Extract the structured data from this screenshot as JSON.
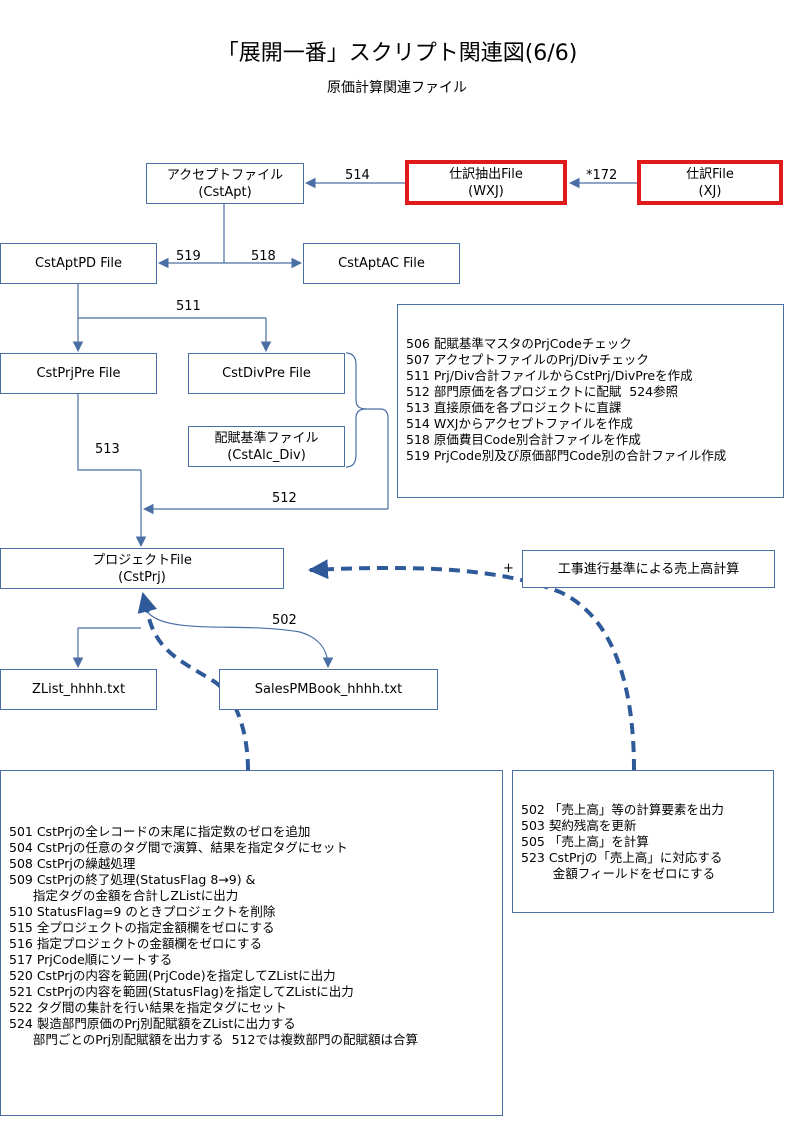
{
  "header": {
    "title": "「展開一番」スクリプト関連図(6/6)",
    "subtitle": "原価計算関連ファイル"
  },
  "nodes": {
    "cstapt": {
      "line1": "アクセプトファイル",
      "line2": "(CstApt)"
    },
    "wxj": {
      "line1": "仕訳抽出File",
      "line2": "(WXJ)"
    },
    "xj": {
      "line1": "仕訳File",
      "line2": "(XJ)"
    },
    "cstaptpd": {
      "line1": "CstAptPD File"
    },
    "cstaptac": {
      "line1": "CstAptAC File"
    },
    "cstprjpre": {
      "line1": "CstPrjPre File"
    },
    "cstdivpre": {
      "line1": "CstDivPre File"
    },
    "cstalc": {
      "line1": "配賦基準ファイル",
      "line2": "(CstAlc_Div)"
    },
    "cstprj": {
      "line1": "プロジェクトFile",
      "line2": "(CstPrj)"
    },
    "koji": {
      "line1": "工事進行基準による売上高計算"
    },
    "zlist": {
      "line1": "ZList_hhhh.txt"
    },
    "salespm": {
      "line1": "SalesPMBook_hhhh.txt"
    }
  },
  "edge_labels": {
    "e514": "514",
    "e172": "*172",
    "e519": "519",
    "e518": "518",
    "e511": "511",
    "e513": "513",
    "e512": "512",
    "e502": "502",
    "plus": "+"
  },
  "notes": {
    "upper": "506 配賦基準マスタのPrjCodeチェック\n507 アクセプトファイルのPrj/Divチェック\n511 Prj/Div合計ファイルからCstPrj/DivPreを作成\n512 部門原価を各プロジェクトに配賦  524参照\n513 直接原価を各プロジェクトに直課\n514 WXJからアクセプトファイルを作成\n518 原価費目Code別合計ファイルを作成\n519 PrjCode別及び原価部門Code別の合計ファイル作成",
    "lower_left": "501 CstPrjの全レコードの末尾に指定数のゼロを追加\n504 CstPrjの任意のタグ間で演算、結果を指定タグにセット\n508 CstPrjの繰越処理\n509 CstPrjの終了処理(StatusFlag 8→9) &\n      指定タグの金額を合計しZListに出力\n510 StatusFlag=9 のときプロジェクトを削除\n515 全プロジェクトの指定金額欄をゼロにする\n516 指定プロジェクトの金額欄をゼロにする\n517 PrjCode順にソートする\n520 CstPrjの内容を範囲(PrjCode)を指定してZListに出力\n521 CstPrjの内容を範囲(StatusFlag)を指定してZListに出力\n522 タグ間の集計を行い結果を指定タグにセット\n524 製造部門原価のPrj別配賦額をZListに出力する\n      部門ごとのPrj別配賦額を出力する  512では複数部門の配賦額は合算",
    "lower_right": "502 「売上高」等の計算要素を出力\n503 契約残高を更新\n505 「売上高」を計算\n523 CstPrjの「売上高」に対応する\n        金額フィールドをゼロにする"
  },
  "colors": {
    "line": "#4a6fa5",
    "highlight_border": "#e11b1b",
    "dashed": "#2f5a99"
  }
}
